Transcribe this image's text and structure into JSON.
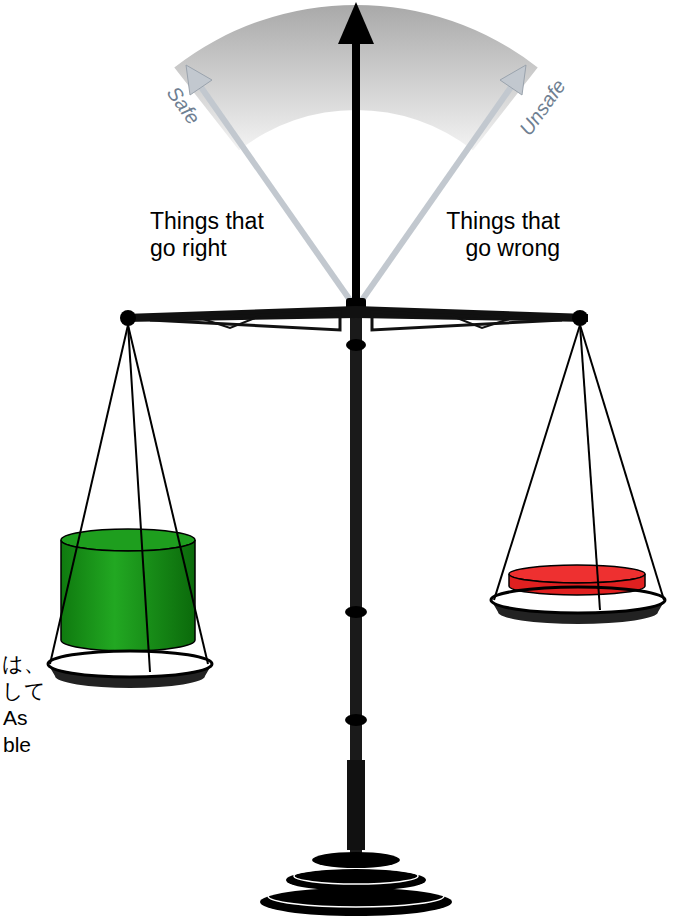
{
  "diagram": {
    "labels": [
      "Safe",
      "Unsafe",
      "Things that go right",
      "Things that go wrong",
      "は、",
      "して",
      "As",
      "ble"
    ]
  }
}
